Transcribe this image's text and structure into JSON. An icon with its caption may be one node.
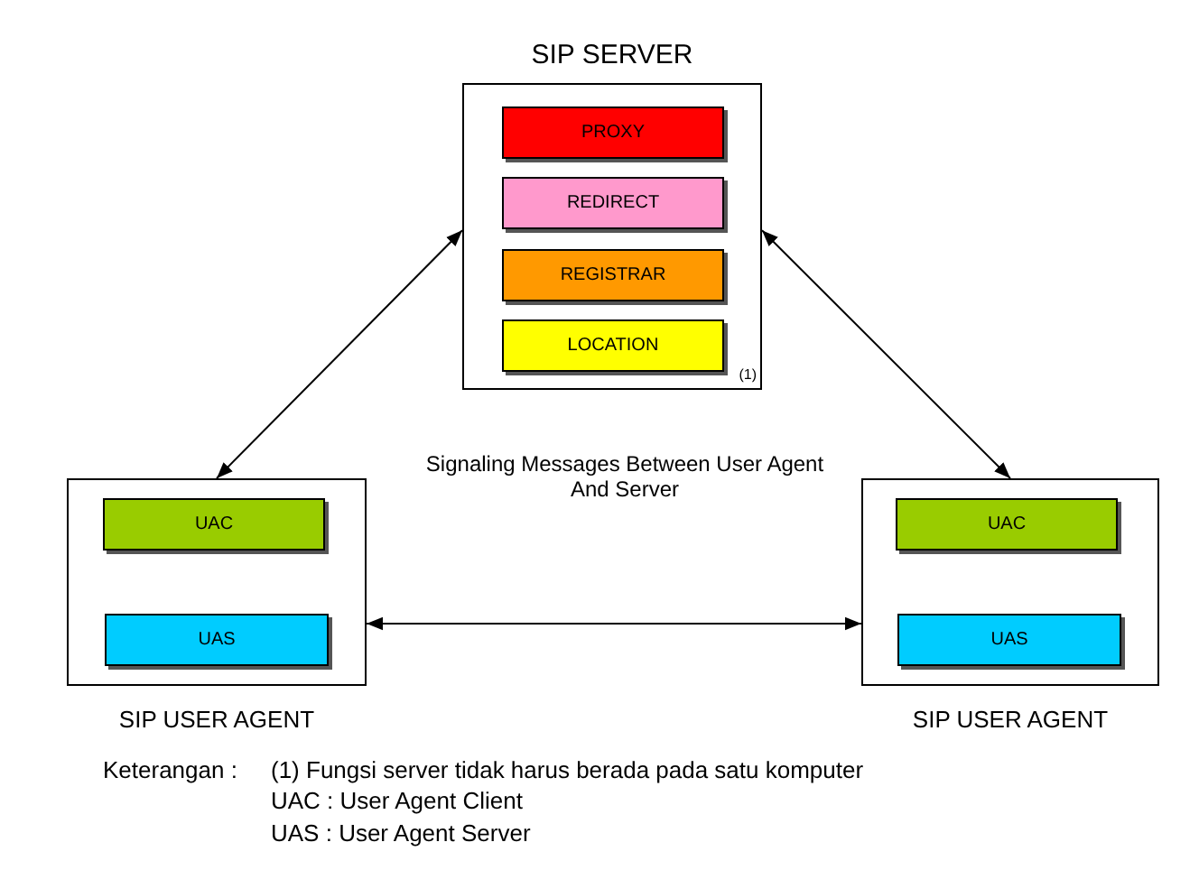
{
  "diagram": {
    "nodes": [
      {
        "text": [
          "SIP SERVER",
          "(1)"
        ]
      },
      {
        "text": [
          "PROXY"
        ],
        "in": 0
      },
      {
        "text": [
          "REDIRECT"
        ],
        "in": 0
      },
      {
        "text": [
          "REGISTRAR"
        ],
        "in": 0
      },
      {
        "text": [
          "LOCATION"
        ],
        "in": 0
      },
      {
        "text": [
          "SIP USER AGENT"
        ]
      },
      {
        "text": [
          "UAC"
        ],
        "in": 5
      },
      {
        "text": [
          "UAS"
        ],
        "in": 5
      },
      {
        "text": [
          "SIP USER AGENT"
        ]
      },
      {
        "text": [
          "UAC"
        ],
        "in": 8
      },
      {
        "text": [
          "UAS"
        ],
        "in": 8
      }
    ],
    "edges": [
      {
        "from": 0,
        "to": 5,
        "arrow": "both"
      },
      {
        "from": 0,
        "to": 8,
        "arrow": "both"
      },
      {
        "from": 5,
        "to": 8,
        "arrow": "both"
      }
    ],
    "labels": [
      "Signaling Messages Between User Agent And Server",
      "Keterangan :",
      "(1) Fungsi server tidak harus berada pada satu komputer",
      "UAC : User Agent Client",
      "UAS : User Agent Server"
    ]
  }
}
